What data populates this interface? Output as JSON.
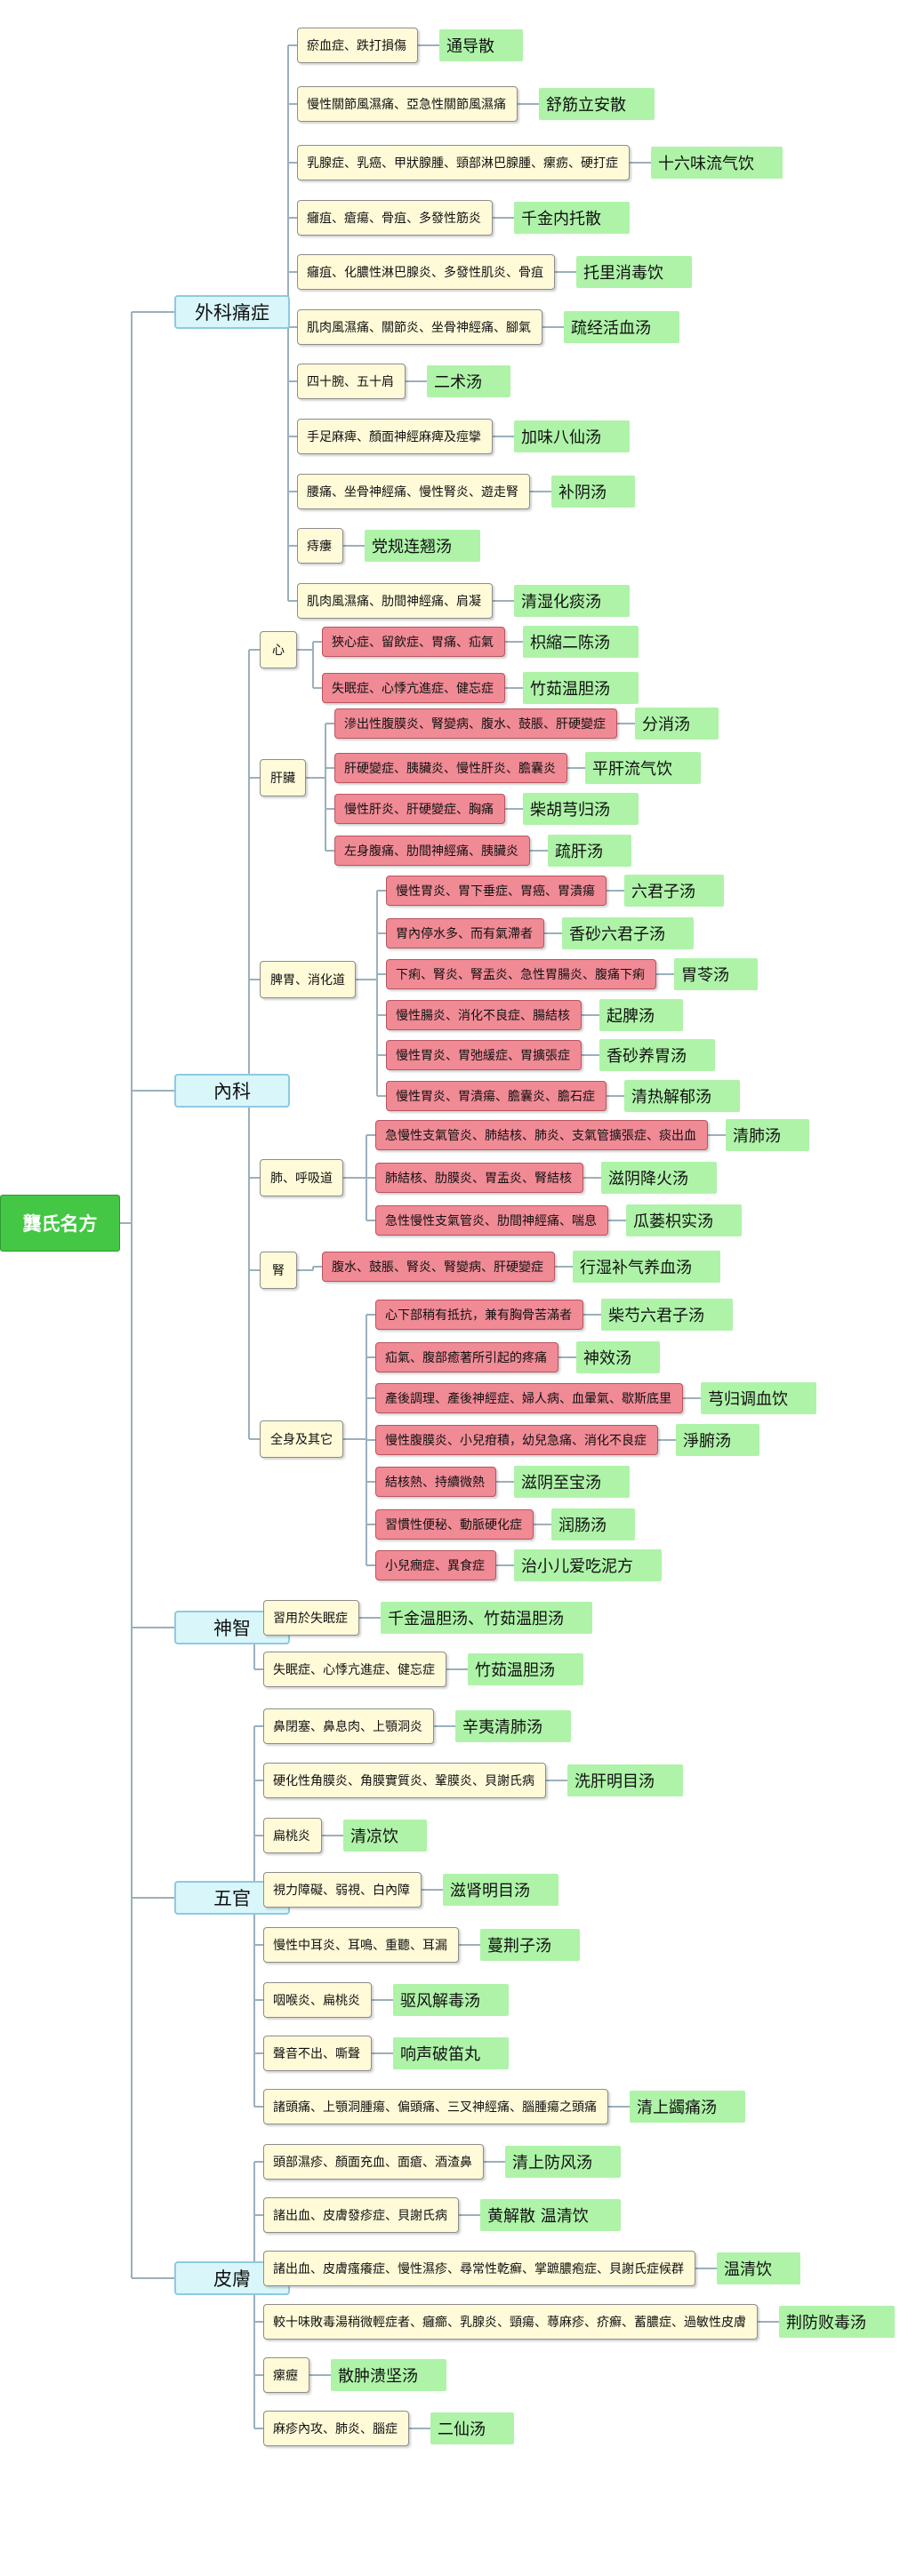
{
  "root": "龔氏名方",
  "categories": [
    {
      "name": "外科痛症",
      "items": [
        {
          "cond": "瘀血症、跌打損傷",
          "remedy": "通导散"
        },
        {
          "cond": "慢性關節風濕痛、亞急性關節風濕痛",
          "remedy": "舒筋立安散"
        },
        {
          "cond": "乳腺症、乳癌、甲狀腺腫、頸部淋巴腺腫、瘰疬、硬打症",
          "remedy": "十六味流气饮"
        },
        {
          "cond": "癰疽、瘡瘍、骨疽、多發性筋炎",
          "remedy": "千金内托散"
        },
        {
          "cond": "癰疽、化膿性淋巴腺炎、多發性肌炎、骨疽",
          "remedy": "托里消毒饮"
        },
        {
          "cond": "肌肉風濕痛、關節炎、坐骨神經痛、腳氣",
          "remedy": "疏经活血汤"
        },
        {
          "cond": "四十腕、五十肩",
          "remedy": "二术汤"
        },
        {
          "cond": "手足麻痺、顏面神經麻痺及痙攣",
          "remedy": "加味八仙汤"
        },
        {
          "cond": "腰痛、坐骨神經痛、慢性腎炎、遊走腎",
          "remedy": "补阴汤"
        },
        {
          "cond": "痔瘻",
          "remedy": "党规连翘汤"
        },
        {
          "cond": "肌肉風濕痛、肋間神經痛、肩凝",
          "remedy": "清湿化痰汤"
        }
      ]
    },
    {
      "name": "內科",
      "subs": [
        {
          "name": "心",
          "items": [
            {
              "cond": "狹心症、留飲症、胃痛、疝氣",
              "remedy": "枳縮二陈汤"
            },
            {
              "cond": "失眠症、心悸亢進症、健忘症",
              "remedy": "竹茹温胆汤"
            }
          ]
        },
        {
          "name": "肝臟",
          "items": [
            {
              "cond": "滲出性腹膜炎、腎變病、腹水、鼓脹、肝硬變症",
              "remedy": "分消汤"
            },
            {
              "cond": "肝硬變症、胰臟炎、慢性肝炎、膽囊炎",
              "remedy": "平肝流气饮"
            },
            {
              "cond": "慢性肝炎、肝硬變症、胸痛",
              "remedy": "柴胡芎归汤"
            },
            {
              "cond": "左身腹痛、肋間神經痛、胰臟炎",
              "remedy": "疏肝汤"
            }
          ]
        },
        {
          "name": "脾胃、消化道",
          "items": [
            {
              "cond": "慢性胃炎、胃下垂症、胃癌、胃潰瘍",
              "remedy": "六君子汤"
            },
            {
              "cond": "胃內停水多、而有氣滯者",
              "remedy": "香砂六君子汤"
            },
            {
              "cond": "下痢、腎炎、腎盂炎、急性胃腸炎、腹痛下痢",
              "remedy": "胃苓汤"
            },
            {
              "cond": "慢性腸炎、消化不良症、腸結核",
              "remedy": "起脾汤"
            },
            {
              "cond": "慢性胃炎、胃弛緩症、胃擴張症",
              "remedy": "香砂养胃汤"
            },
            {
              "cond": "慢性胃炎、胃潰瘍、膽囊炎、膽石症",
              "remedy": "清热解郁汤"
            }
          ]
        },
        {
          "name": "肺、呼吸道",
          "items": [
            {
              "cond": "急慢性支氣管炎、肺結核、肺炎、支氣管擴張症、痰出血",
              "remedy": "清肺汤"
            },
            {
              "cond": "肺結核、肋膜炎、胃盂炎、腎結核",
              "remedy": "滋阴降火汤"
            },
            {
              "cond": "急性慢性支氣管炎、肋間神經痛、喘息",
              "remedy": "瓜蒌枳实汤"
            }
          ]
        },
        {
          "name": "腎",
          "items": [
            {
              "cond": "腹水、鼓脹、腎炎、腎變病、肝硬變症",
              "remedy": "行湿补气养血汤"
            }
          ]
        },
        {
          "name": "全身及其它",
          "items": [
            {
              "cond": "心下部稍有抵抗，兼有胸骨苦滿者",
              "remedy": "柴芍六君子汤"
            },
            {
              "cond": "疝氣、腹部癒著所引起的疼痛",
              "remedy": "神效汤"
            },
            {
              "cond": "產後調理、產後神經症、婦人病、血暈氣、歇斯底里",
              "remedy": "芎归调血饮"
            },
            {
              "cond": "慢性腹膜炎、小兒疳積，幼兒急痛、消化不良症",
              "remedy": "淨腑汤"
            },
            {
              "cond": "結核熱、持續微熱",
              "remedy": "滋阴至宝汤"
            },
            {
              "cond": "習慣性便秘、動脈硬化症",
              "remedy": "润肠汤"
            },
            {
              "cond": "小兒癇症、異食症",
              "remedy": "治小儿爱吃泥方"
            }
          ]
        }
      ]
    },
    {
      "name": "神智",
      "items": [
        {
          "cond": "習用於失眠症",
          "remedy": "千金温胆汤、竹茹温胆汤",
          "sub": true
        },
        {
          "cond": "失眠症、心悸亢進症、健忘症",
          "remedy": "竹茹温胆汤"
        }
      ]
    },
    {
      "name": "五官",
      "items": [
        {
          "cond": "鼻閉塞、鼻息肉、上顎洞炎",
          "remedy": "辛夷清肺汤"
        },
        {
          "cond": "硬化性角膜炎、角膜實質炎、鞏膜炎、貝謝氏病",
          "remedy": "洗肝明目汤"
        },
        {
          "cond": "扁桃炎",
          "remedy": "清凉饮"
        },
        {
          "cond": "視力障礙、弱視、白內障",
          "remedy": "滋肾明目汤"
        },
        {
          "cond": "慢性中耳炎、耳鳴、重聽、耳漏",
          "remedy": "蔓荆子汤"
        },
        {
          "cond": "咽喉炎、扁桃炎",
          "remedy": "驱风解毒汤"
        },
        {
          "cond": "聲音不出、嘶聲",
          "remedy": "响声破笛丸"
        },
        {
          "cond": "諸頭痛、上顎洞腫瘍、偏頭痛、三叉神經痛、腦腫瘍之頭痛",
          "remedy": "清上蠲痛汤"
        }
      ]
    },
    {
      "name": "皮膚",
      "items": [
        {
          "cond": "頭部濕疹、顏面充血、面瘡、酒渣鼻",
          "remedy": "清上防风汤"
        },
        {
          "cond": "諸出血、皮膚發疹症、貝謝氏病",
          "remedy": "黄解散 温清饮"
        },
        {
          "cond": "諸出血、皮膚瘙癢症、慢性濕疹、尋常性乾癬、掌蹠膿疱症、貝謝氏症候群",
          "remedy": "温清饮"
        },
        {
          "cond": "較十味敗毒湯稍微輕症者、癰癤、乳腺炎、頸瘍、蕁麻疹、疥癬、蓄膿症、過敏性皮膚",
          "remedy": "荆防败毒汤"
        },
        {
          "cond": "瘰癧",
          "remedy": "散肿溃坚汤"
        },
        {
          "cond": "麻疹內攻、肺炎、腦症",
          "remedy": "二仙汤"
        }
      ]
    }
  ]
}
